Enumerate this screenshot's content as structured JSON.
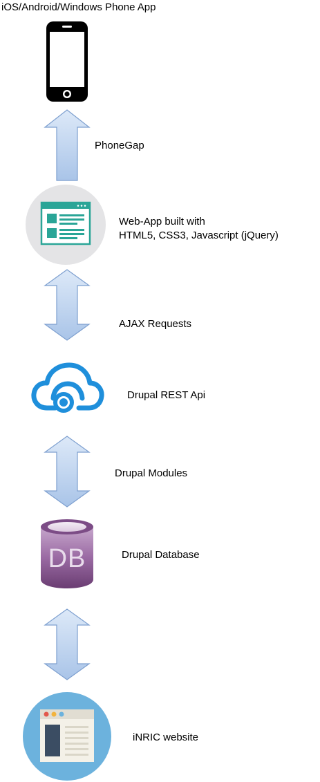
{
  "diagram": {
    "title": "iOS/Android/Windows Phone App",
    "labels": {
      "phonegap": "PhoneGap",
      "webapp_line1": "Web-App built with",
      "webapp_line2": "HTML5, CSS3, Javascript (jQuery)",
      "ajax": "AJAX Requests",
      "rest_api": "Drupal REST Api",
      "modules": "Drupal Modules",
      "database": "Drupal Database",
      "website": "iNRIC website"
    },
    "icons": {
      "phone": "smartphone-icon",
      "webapp": "web-app-window-icon",
      "cloud": "cloud-api-icon",
      "database": "database-icon",
      "database_text": "DB",
      "website": "website-browser-icon"
    },
    "colors": {
      "arrow_fill_top": "#dde9f8",
      "arrow_fill_bottom": "#a9c4e8",
      "arrow_stroke": "#7d9fcf",
      "teal": "#2aa597",
      "cloud_blue": "#1f8fdb",
      "db_purple": "#7c4c86",
      "web_circle": "#6cb2dd"
    }
  }
}
